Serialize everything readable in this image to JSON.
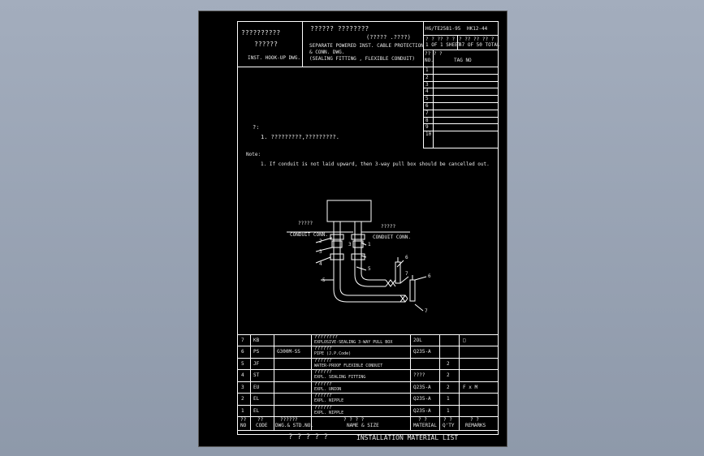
{
  "title_block": {
    "left_line1": "??????????",
    "left_line2": "??????",
    "left_line3": "INST. HOOK-UP DWG.",
    "mid_line1": "??????  ????????",
    "mid_line2": "(?????  .????)",
    "mid_line3": "SEPARATE POWERED INST. CABLE PROTECTION",
    "mid_line4": "& CONN. DWG.",
    "mid_line5": "(SEALING FITTING , FLEXIBLE CONDUIT)",
    "dwg_no": "HG/TE2581-95",
    "sheet_ref": "HK12-44",
    "sheet_q1": "?  ?  ??  ?  ?",
    "sheet_of": "1 OF 1 SHEET",
    "total_q": "? ?? ?? ?? ?",
    "total_of": "47 OF 50 TOTAL",
    "tag_hdr_q": "??    ?  ?",
    "tag_no_hdr": "NO.",
    "tag_hdr": "TAG  NO",
    "tag_rows": [
      "1",
      "2",
      "3",
      "4",
      "5",
      "6",
      "7",
      "8",
      "9",
      "10"
    ]
  },
  "notes": {
    "cn_head": "?:",
    "cn_item": "1. ?????????,?????????.",
    "en_head": "Note:",
    "en_item": "1. If conduit is not laid upward, then 3-way pull box should be cancelled out."
  },
  "diagram": {
    "left_q": "?????",
    "left_label": "CONDUIT CONN.",
    "right_q": "?????",
    "right_label": "CONDUIT CONN.",
    "callouts": [
      "2",
      "3",
      "4",
      "5",
      "3",
      "1",
      "5",
      "6",
      "7",
      "6",
      "7"
    ]
  },
  "material_list": {
    "rows": [
      {
        "no": "7",
        "code": "KB",
        "spec": "",
        "name_q": "????????",
        "name": "EXPLOSIVE-SEALING 3-WAY PULL BOX",
        "material": "2OL",
        "qty": "",
        "remark": "□"
      },
      {
        "no": "6",
        "code": "PS",
        "spec": "G300M-SS",
        "name_q": "??????",
        "name": "PIPE (J.P.Code)",
        "material": "Q235-A",
        "qty": "",
        "remark": ""
      },
      {
        "no": "5",
        "code": "JF",
        "spec": "",
        "name_q": "??????",
        "name": "WATER-PROOF FLEXIBLE CONDUIT",
        "material": "",
        "qty": "2",
        "remark": ""
      },
      {
        "no": "4",
        "code": "ST",
        "spec": "",
        "name_q": "??????",
        "name": "EXPL. SEALING FITTING",
        "material": "????",
        "qty": "2",
        "remark": ""
      },
      {
        "no": "3",
        "code": "EU",
        "spec": "",
        "name_q": "??????",
        "name": "EXPL. UNION",
        "material": "Q235-A",
        "qty": "2",
        "remark": "F x M"
      },
      {
        "no": "2",
        "code": "EL",
        "spec": "",
        "name_q": "??????",
        "name": "EXPL. NIPPLE",
        "material": "Q235-A",
        "qty": "1",
        "remark": ""
      },
      {
        "no": "1",
        "code": "EL",
        "spec": "",
        "name_q": "??????",
        "name": "EXPL. NIPPLE",
        "material": "Q235-A",
        "qty": "1",
        "remark": ""
      }
    ],
    "hdr": {
      "no_q": "??",
      "no": "NO",
      "code_q": "??",
      "code": "CODE",
      "spec_q": "??????",
      "spec": "DWG.& STD.NO.",
      "name_q": "?  ?  ?  ?",
      "name": "NAME & SIZE",
      "mat_q": "?  ?",
      "mat": "MATERIAL",
      "qty_q": "?  ?",
      "qty": "Q'TY",
      "rem_q": "?  ?",
      "rem": "REMARKS"
    },
    "footer_q": "?  ?  ?  ?  ?",
    "footer": "INSTALLATION  MATERIAL  LIST"
  }
}
